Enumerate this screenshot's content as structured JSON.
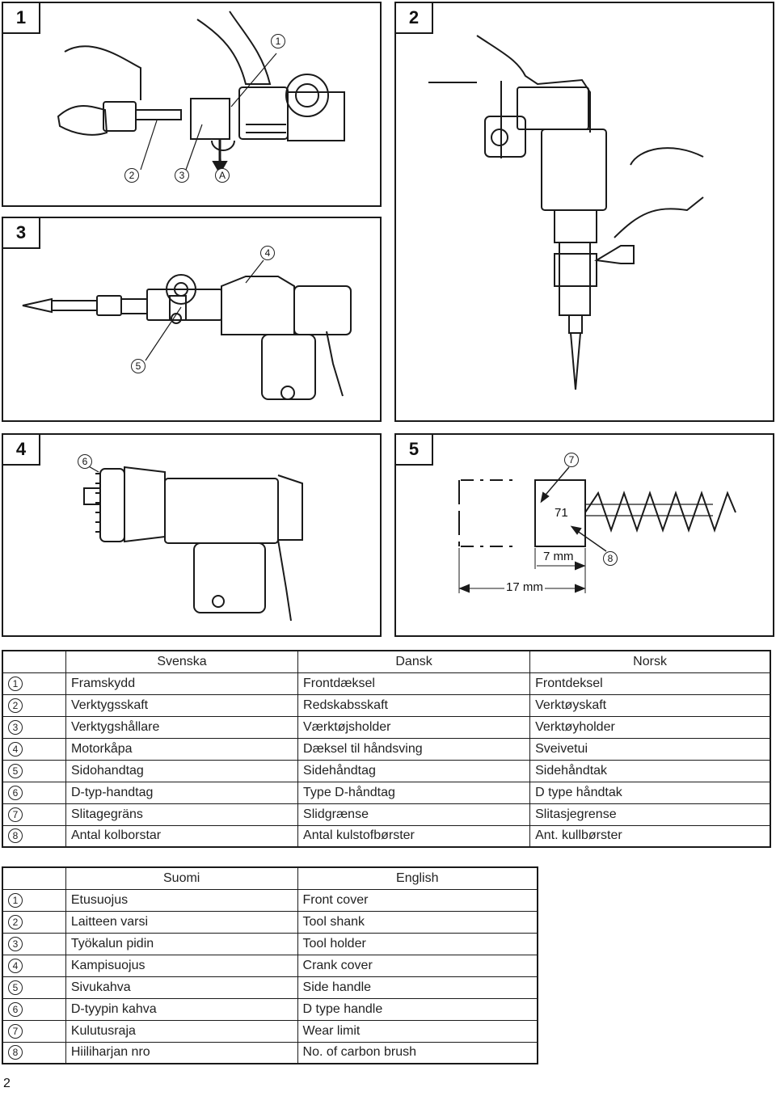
{
  "figures": [
    {
      "number": "1",
      "callouts": [
        "1",
        "2",
        "3",
        "A"
      ]
    },
    {
      "number": "2",
      "callouts": []
    },
    {
      "number": "3",
      "callouts": [
        "4",
        "5"
      ]
    },
    {
      "number": "4",
      "callouts": [
        "6"
      ]
    },
    {
      "number": "5",
      "callouts": [
        "7",
        "8"
      ],
      "measurements": {
        "top": "71",
        "brush": "7 mm",
        "limit": "17 mm"
      }
    }
  ],
  "table1": {
    "headers": [
      "Svenska",
      "Dansk",
      "Norsk"
    ],
    "rows": [
      {
        "num": "1",
        "cells": [
          "Framskydd",
          "Frontdæksel",
          "Frontdeksel"
        ]
      },
      {
        "num": "2",
        "cells": [
          "Verktygsskaft",
          "Redskabsskaft",
          "Verktøyskaft"
        ]
      },
      {
        "num": "3",
        "cells": [
          "Verktygshållare",
          "Værktøjsholder",
          "Verktøyholder"
        ]
      },
      {
        "num": "4",
        "cells": [
          "Motorkåpa",
          "Dæksel til håndsving",
          "Sveivetui"
        ]
      },
      {
        "num": "5",
        "cells": [
          "Sidohandtag",
          "Sidehåndtag",
          "Sidehåndtak"
        ]
      },
      {
        "num": "6",
        "cells": [
          "D-typ-handtag",
          "Type D-håndtag",
          "D type håndtak"
        ]
      },
      {
        "num": "7",
        "cells": [
          "Slitagegräns",
          "Slidgrænse",
          "Slitasjegrense"
        ]
      },
      {
        "num": "8",
        "cells": [
          "Antal kolborstar",
          "Antal kulstofbørster",
          "Ant. kullbørster"
        ]
      }
    ]
  },
  "table2": {
    "headers": [
      "Suomi",
      "English"
    ],
    "rows": [
      {
        "num": "1",
        "cells": [
          "Etusuojus",
          "Front cover"
        ]
      },
      {
        "num": "2",
        "cells": [
          "Laitteen varsi",
          "Tool shank"
        ]
      },
      {
        "num": "3",
        "cells": [
          "Työkalun pidin",
          "Tool holder"
        ]
      },
      {
        "num": "4",
        "cells": [
          "Kampisuojus",
          "Crank cover"
        ]
      },
      {
        "num": "5",
        "cells": [
          "Sivukahva",
          "Side handle"
        ]
      },
      {
        "num": "6",
        "cells": [
          "D-tyypin kahva",
          "D type handle"
        ]
      },
      {
        "num": "7",
        "cells": [
          "Kulutusraja",
          "Wear limit"
        ]
      },
      {
        "num": "8",
        "cells": [
          "Hiiliharjan nro",
          "No. of carbon brush"
        ]
      }
    ]
  },
  "page_number": "2"
}
